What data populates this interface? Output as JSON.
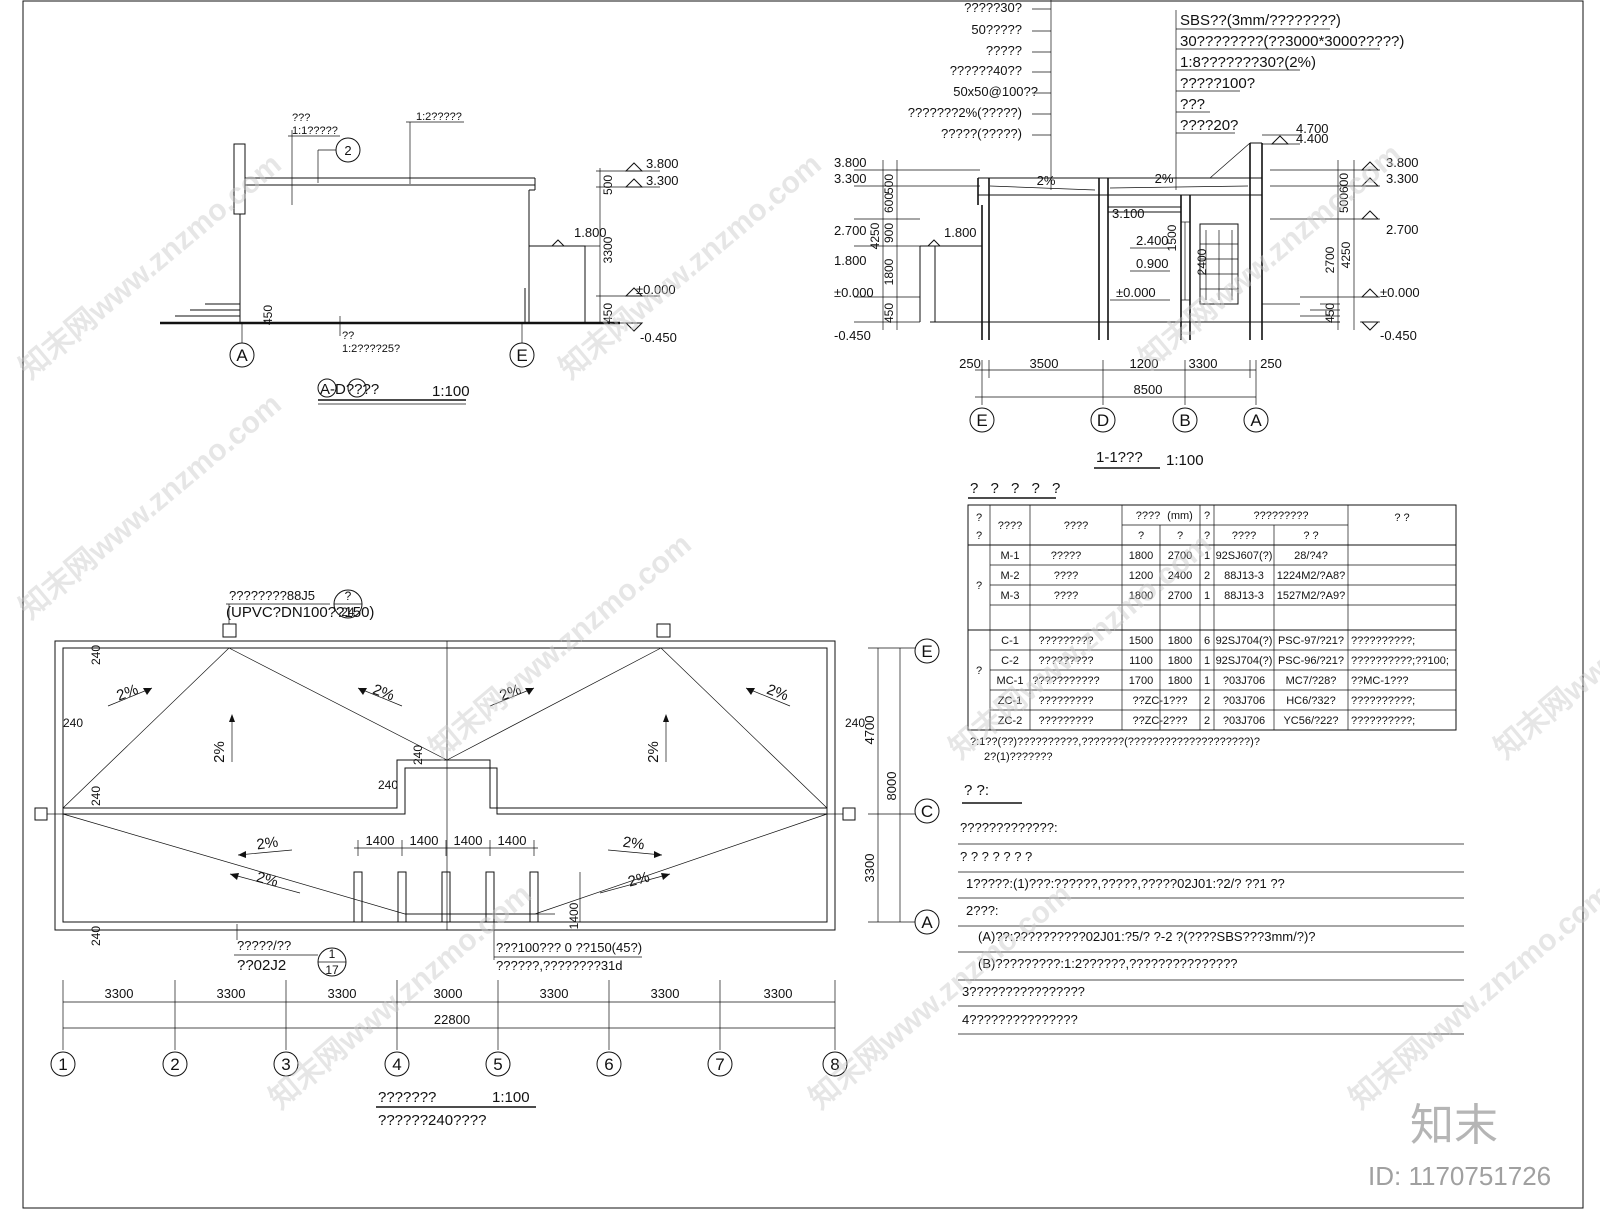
{
  "titles": {
    "elevation": "A-D????",
    "elevation_scale": "1:100",
    "section": "1-1???",
    "section_scale": "1:100",
    "roof_plan": "???????",
    "roof_plan_scale": "1:100",
    "roof_plan_note": "??????240????"
  },
  "elevation": {
    "levels": [
      "3.800",
      "3.300",
      "1.800",
      "±0.000",
      "-0.450"
    ],
    "dims_vertical": [
      "500",
      "3300",
      "450",
      "450"
    ],
    "notes": [
      "???",
      "1:1?????",
      "1:2?????",
      "??",
      "1:2????25?"
    ],
    "detail_ref": "2",
    "axes": [
      "A",
      "E"
    ]
  },
  "section": {
    "layers_left": [
      "?????30?",
      "50?????",
      "?????",
      "??????40??",
      "50x50@100??",
      "???????2%(?????)",
      "?????(?????)"
    ],
    "layers_right": [
      "SBS??(3mm/????????)",
      "30????????(??3000*3000?????)",
      "1:8???????30?(2%)",
      "?????100?",
      "???",
      "????20?"
    ],
    "levels_left": [
      "3.800",
      "3.300",
      "2.700",
      "1.800",
      "±0.000",
      "-0.450"
    ],
    "levels_right": [
      "3.800",
      "3.300",
      "2.700",
      "±0.000",
      "-0.450"
    ],
    "levels_top": [
      "4.700",
      "4.400"
    ],
    "levels_inner": [
      "3.100",
      "2.400",
      "0.900",
      "1.800",
      "±0.000"
    ],
    "dims_left_vertical": [
      "500",
      "600",
      "4250",
      "900",
      "1800",
      "450"
    ],
    "dims_right_vertical": [
      "600",
      "500",
      "2700",
      "4250",
      "450"
    ],
    "dims_inner": [
      "1500",
      "2400"
    ],
    "slopes": [
      "2%",
      "2%"
    ],
    "dims_horizontal": [
      "250",
      "3500",
      "1200",
      "3300",
      "250"
    ],
    "dim_total": "8500",
    "axes": [
      "E",
      "D",
      "B",
      "A"
    ]
  },
  "roof_plan": {
    "drain_note": [
      "????????88J5",
      "(UPVC?DN100??150)"
    ],
    "drain_ref": [
      "?",
      "24"
    ],
    "slope": "2%",
    "wall_thickness": "240",
    "dims_vertical": [
      "4700",
      "3300"
    ],
    "dim_vertical_total": "8000",
    "dims_upper": [
      "1400",
      "1400",
      "1400",
      "1400"
    ],
    "dim_skylight": "1400",
    "dims_bottom": [
      "3300",
      "3300",
      "3300",
      "3000",
      "3300",
      "3300",
      "3300"
    ],
    "dim_bottom_total": "22800",
    "axes_bottom": [
      "1",
      "2",
      "3",
      "4",
      "5",
      "6",
      "7",
      "8"
    ],
    "axes_right": [
      "E",
      "C",
      "A"
    ],
    "note_left": [
      "?????/??",
      "??02J2"
    ],
    "note_left_ref": [
      "1",
      "17"
    ],
    "note_right": [
      "???100??? 0 ??150(45?)",
      "??????,????????31d"
    ]
  },
  "door_window_table": {
    "title": "? ? ? ? ?",
    "header": {
      "type": [
        "?",
        "?"
      ],
      "code": "????",
      "name": "????",
      "size": "????",
      "unit": "(mm)",
      "w": "?",
      "h": "?",
      "qty": [
        "?",
        "?"
      ],
      "std": "?????????",
      "std_atlas": "????",
      "std_no": "? ?",
      "remark": "? ?"
    },
    "group_labels": [
      "?",
      "?"
    ],
    "doors": [
      {
        "code": "M-1",
        "name": "?????",
        "w": "1800",
        "h": "2700",
        "qty": "1",
        "atlas": "92SJ607(?)",
        "no": "28/?4?",
        "remark": ""
      },
      {
        "code": "M-2",
        "name": "????",
        "w": "1200",
        "h": "2400",
        "qty": "2",
        "atlas": "88J13-3",
        "no": "1224M2/?A8?",
        "remark": ""
      },
      {
        "code": "M-3",
        "name": "????",
        "w": "1800",
        "h": "2700",
        "qty": "1",
        "atlas": "88J13-3",
        "no": "1527M2/?A9?",
        "remark": ""
      }
    ],
    "windows": [
      {
        "code": "C-1",
        "name": "?????????",
        "w": "1500",
        "h": "1800",
        "qty": "6",
        "atlas": "92SJ704(?)",
        "no": "PSC-97/?21?",
        "remark": "??????????;"
      },
      {
        "code": "C-2",
        "name": "?????????",
        "w": "1100",
        "h": "1800",
        "qty": "1",
        "atlas": "92SJ704(?)",
        "no": "PSC-96/?21?",
        "remark": "??????????;??100;"
      },
      {
        "code": "MC-1",
        "name": "???????????",
        "w": "1700",
        "h": "1800",
        "qty": "1",
        "atlas": "?03J706",
        "no": "MC7/?28?",
        "remark": "??MC-1???"
      },
      {
        "code": "ZC-1",
        "name": "?????????",
        "w": "??ZC-1???",
        "h": "",
        "qty": "2",
        "atlas": "?03J706",
        "no": "HC6/?32?",
        "remark": "??????????;"
      },
      {
        "code": "ZC-2",
        "name": "?????????",
        "w": "??ZC-2???",
        "h": "",
        "qty": "2",
        "atlas": "?03J706",
        "no": "YC56/?22?",
        "remark": "??????????;"
      }
    ],
    "footnote": [
      "?:1??(??)??????????,???????(????????????????????)?",
      "2?(1)???????"
    ]
  },
  "notes": {
    "title": "?  ?:",
    "lines": [
      "?????????????:",
      "? ? ? ? ? ? ?",
      "1?????:(1)???:??????,?????,?????02J01:?2/? ??1 ??",
      "2???:",
      "(A)??:??????????02J01:?5/? ?-2 ?(????SBS???3mm/?)?",
      "(B)?????????:1:2??????,???????????????",
      "3????????????????",
      "4???????????????"
    ]
  },
  "branding": {
    "watermark": "知末网www.znzmo.com",
    "logo": "知末",
    "id": "ID: 1170751726"
  }
}
